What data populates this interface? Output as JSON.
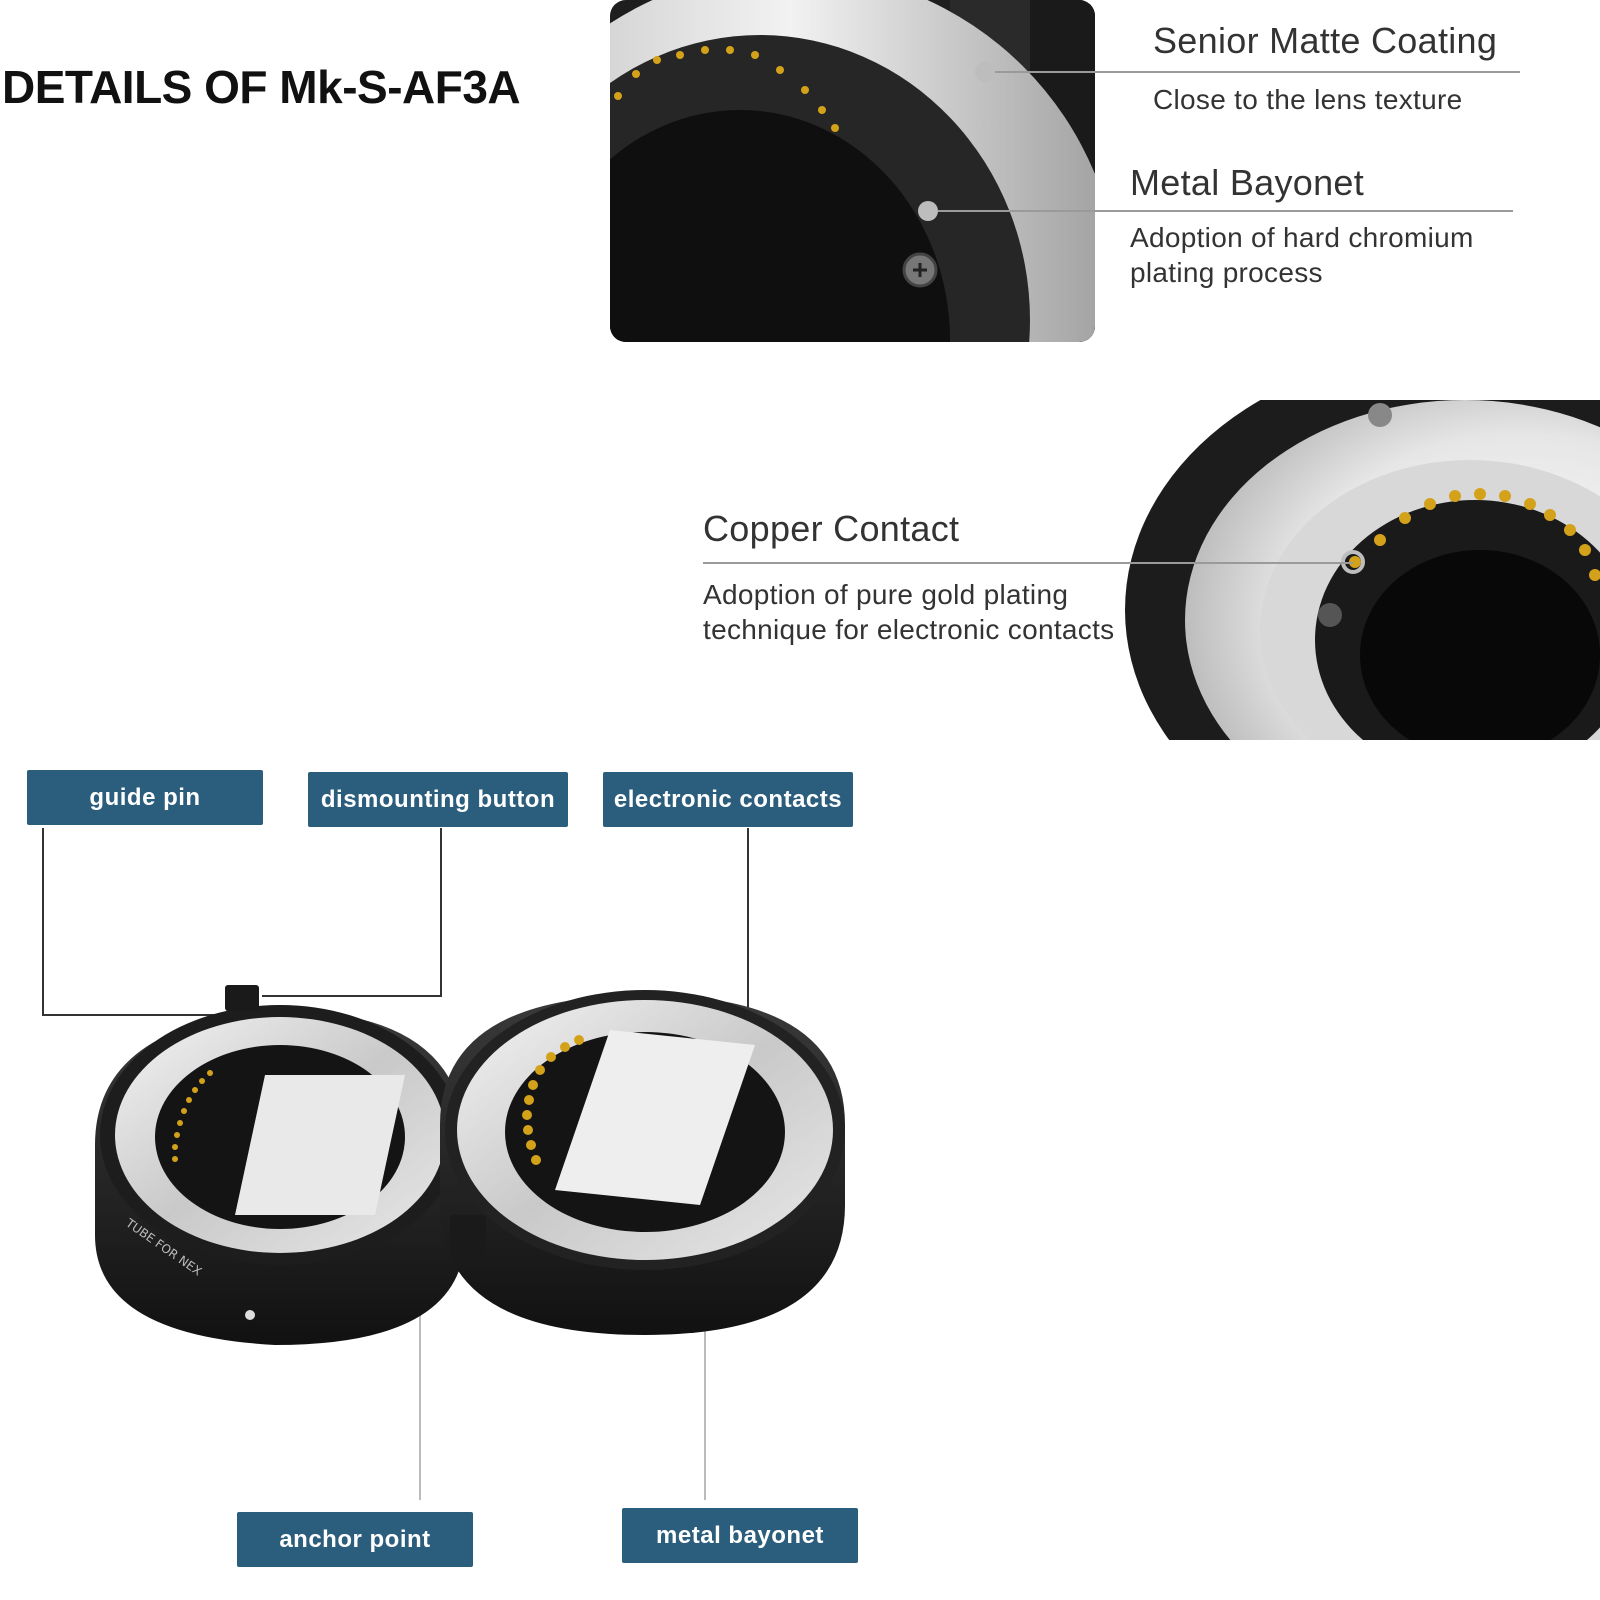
{
  "page_title": "DETAILS OF Mk-S-AF3A",
  "features": [
    {
      "heading": "Senior Matte Coating",
      "description": "Close to the lens texture"
    },
    {
      "heading": "Metal Bayonet",
      "description": "Adoption of hard chromium plating process"
    },
    {
      "heading": "Copper Contact",
      "description": "Adoption of pure gold plating technique for electronic contacts"
    }
  ],
  "callouts": {
    "guide_pin": "guide pin",
    "dismounting_button": "dismounting button",
    "electronic_contacts": "electronic contacts",
    "anchor_point": "anchor point",
    "metal_bayonet": "metal bayonet"
  },
  "tube_engraving": "TUBE FOR NEX",
  "colors": {
    "label_bg": "#2b5d7c",
    "label_text": "#ffffff",
    "gold_contact": "#d4a21a"
  }
}
